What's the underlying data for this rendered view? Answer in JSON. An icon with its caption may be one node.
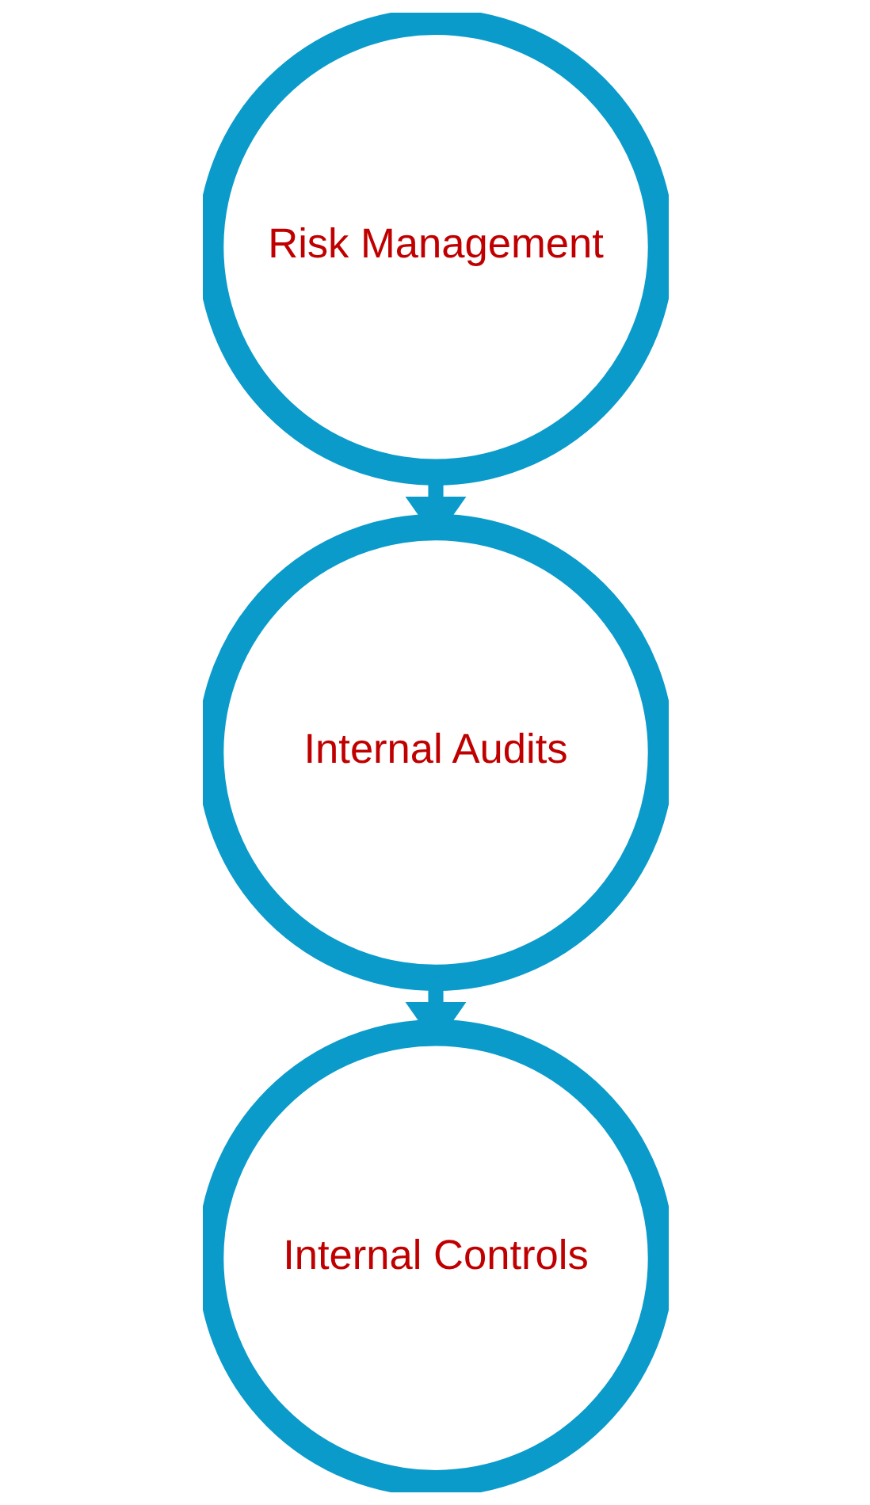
{
  "diagram": {
    "nodes": [
      {
        "text": [
          "Risk Management"
        ]
      },
      {
        "text": [
          "Internal Audits"
        ]
      },
      {
        "text": [
          "Internal Controls"
        ]
      }
    ],
    "edges": [
      {
        "from": 0,
        "to": 1,
        "arrow": "to"
      },
      {
        "from": 1,
        "to": 2,
        "arrow": "to"
      }
    ]
  }
}
